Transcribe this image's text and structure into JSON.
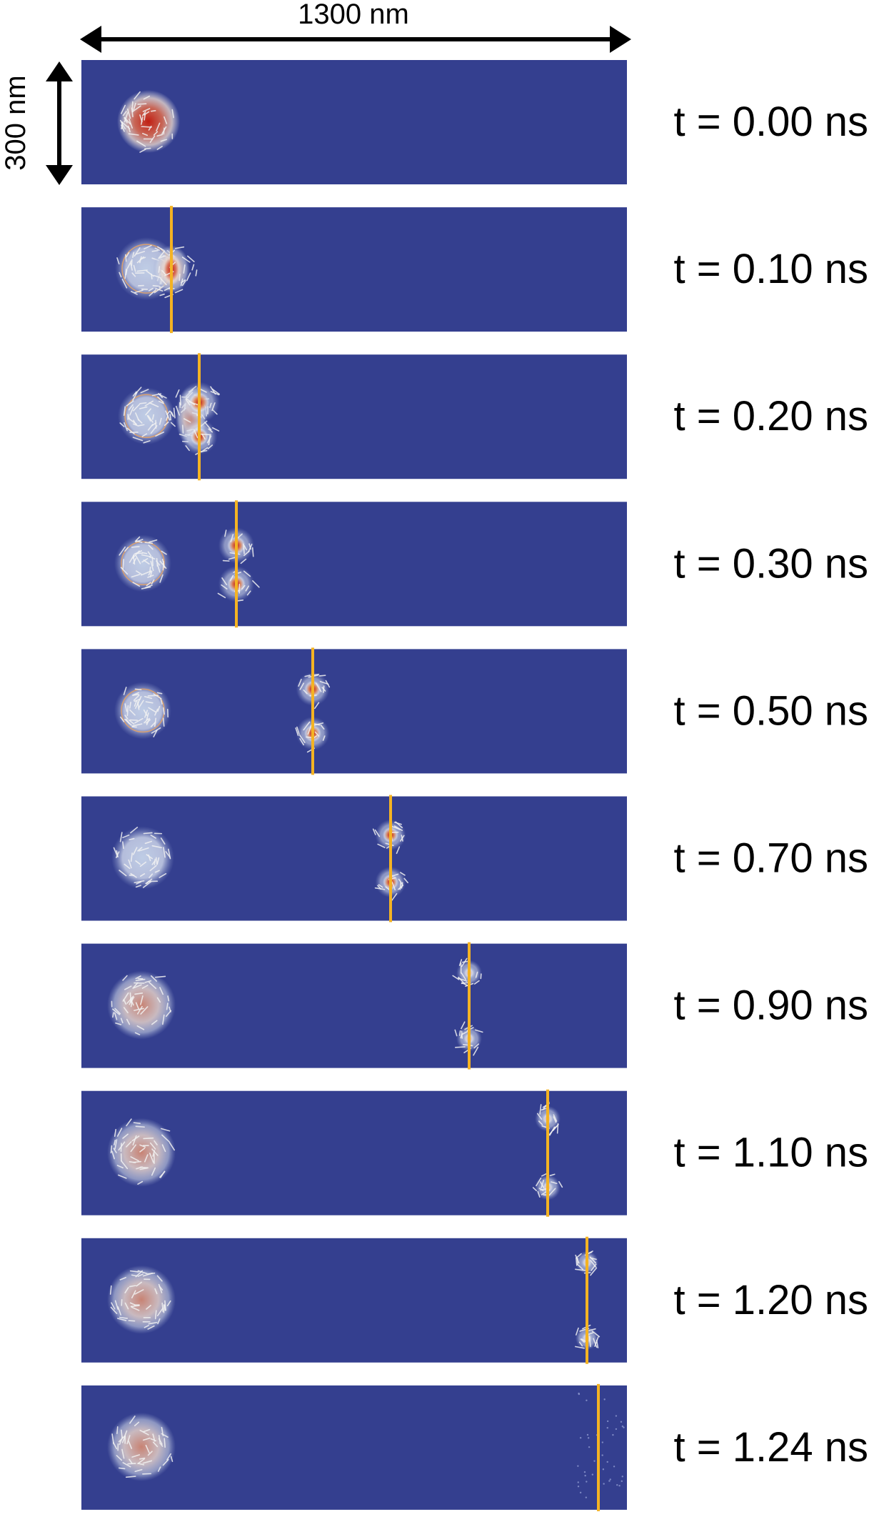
{
  "width_label": "1300 nm",
  "height_label": "300 nm",
  "colors": {
    "background": "#343f8f",
    "track_line": "#f4b323",
    "skyrmion_core": "#c8281e",
    "skyrmion_halo": "#e8c3b4",
    "arrow": "#f2f2f2"
  },
  "frames": [
    {
      "time_label": "t = 0.00 ns"
    },
    {
      "time_label": "t = 0.10 ns"
    },
    {
      "time_label": "t = 0.20 ns"
    },
    {
      "time_label": "t = 0.30 ns"
    },
    {
      "time_label": "t = 0.50 ns"
    },
    {
      "time_label": "t = 0.70 ns"
    },
    {
      "time_label": "t = 0.90 ns"
    },
    {
      "time_label": "t = 1.10 ns"
    },
    {
      "time_label": "t = 1.20 ns"
    },
    {
      "time_label": "t = 1.24 ns"
    }
  ]
}
